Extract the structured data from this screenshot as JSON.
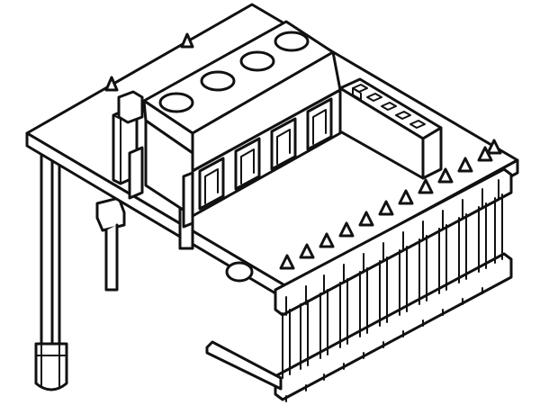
{
  "image": {
    "subject": "pcb-module-line-art",
    "stroke_color": "#111111",
    "fill_color": "#ffffff"
  },
  "board": {
    "screw_terminal": {
      "positions": 4
    },
    "pin_header_female": {
      "positions": 5
    },
    "pin_header_male": {
      "positions": 11
    },
    "led": {
      "count": 1
    },
    "bent_lead_component": {
      "count": 1
    },
    "mounting_pins": {
      "count": 2
    }
  }
}
